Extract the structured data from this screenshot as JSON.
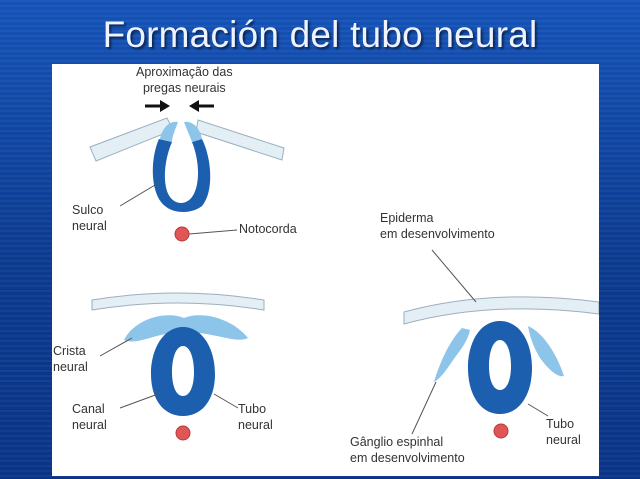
{
  "slide": {
    "title": "Formación del tubo neural"
  },
  "diagram": {
    "labels": {
      "aproximacao_line1": "Aproximação das",
      "aproximacao_line2": "pregas neurais",
      "sulco_line1": "Sulco",
      "sulco_line2": "neural",
      "notocorda": "Notocorda",
      "epiderma_line1": "Epiderma",
      "epiderma_line2": "em desenvolvimento",
      "crista_line1": "Crista",
      "crista_line2": "neural",
      "canal_line1": "Canal",
      "canal_line2": "neural",
      "tubo_mid_line1": "Tubo",
      "tubo_mid_line2": "neural",
      "tubo_right_line1": "Tubo",
      "tubo_right_line2": "neural",
      "ganglio_line1": "Gânglio espinhal",
      "ganglio_line2": "em desenvolvimento"
    },
    "colors": {
      "neural_tube": "#1b5fae",
      "neural_crest": "#8cc4ea",
      "epidermis": "#e3eef5",
      "notochord": "#e05555",
      "background": "#0d3f97"
    }
  }
}
